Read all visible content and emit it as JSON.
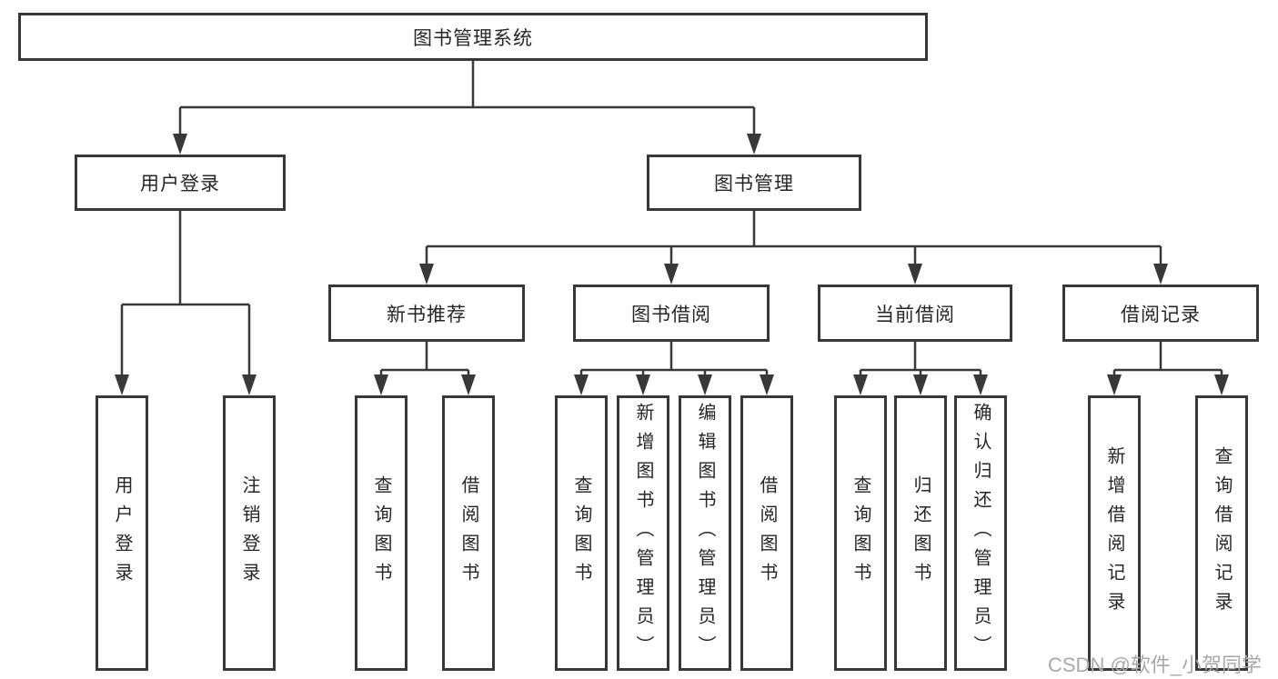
{
  "tree": {
    "label": "图书管理系统",
    "children": [
      {
        "label": "用户登录",
        "children": [
          {
            "label": "用户登录"
          },
          {
            "label": "注销登录"
          }
        ]
      },
      {
        "label": "图书管理",
        "children": [
          {
            "label": "新书推荐",
            "children": [
              {
                "label": "查询图书"
              },
              {
                "label": "借阅图书"
              }
            ]
          },
          {
            "label": "图书借阅",
            "children": [
              {
                "label": "查询图书"
              },
              {
                "label": "新增图书（管理员）"
              },
              {
                "label": "编辑图书（管理员）"
              },
              {
                "label": "借阅图书"
              }
            ]
          },
          {
            "label": "当前借阅",
            "children": [
              {
                "label": "查询图书"
              },
              {
                "label": "归还图书"
              },
              {
                "label": "确认归还（管理员）"
              }
            ]
          },
          {
            "label": "借阅记录",
            "children": [
              {
                "label": "新增借阅记录"
              },
              {
                "label": "查询借阅记录"
              }
            ]
          }
        ]
      }
    ]
  },
  "watermark": {
    "text": "CSDN @软件_小贺同学"
  },
  "colors": {
    "line": "#383838",
    "text": "#262626",
    "watermark": "#a9a9a9",
    "background": "#ffffff"
  }
}
